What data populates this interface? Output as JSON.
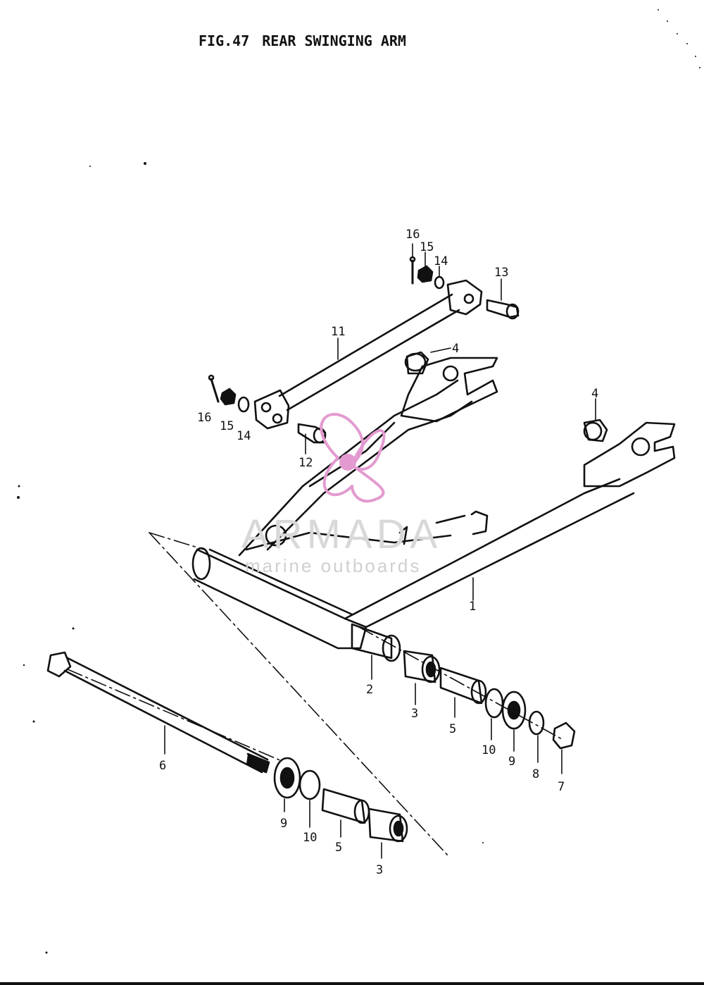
{
  "figure": {
    "number": "FIG.47",
    "title": "REAR SWINGING ARM"
  },
  "watermark": {
    "brand": "ARMADA",
    "tagline": "marine outboards",
    "logo_color": "#e39ad0"
  },
  "ink_color": "#111111",
  "callouts": [
    {
      "id": "c16a",
      "label": "16"
    },
    {
      "id": "c15a",
      "label": "15"
    },
    {
      "id": "c14a",
      "label": "14"
    },
    {
      "id": "c13",
      "label": "13"
    },
    {
      "id": "c11",
      "label": "11"
    },
    {
      "id": "c4a",
      "label": "4"
    },
    {
      "id": "c4b",
      "label": "4"
    },
    {
      "id": "c16b",
      "label": "16"
    },
    {
      "id": "c15b",
      "label": "15"
    },
    {
      "id": "c14b",
      "label": "14"
    },
    {
      "id": "c12",
      "label": "12"
    },
    {
      "id": "c1",
      "label": "1"
    },
    {
      "id": "c2",
      "label": "2"
    },
    {
      "id": "c3a",
      "label": "3"
    },
    {
      "id": "c5a",
      "label": "5"
    },
    {
      "id": "c10a",
      "label": "10"
    },
    {
      "id": "c9a",
      "label": "9"
    },
    {
      "id": "c8",
      "label": "8"
    },
    {
      "id": "c7",
      "label": "7"
    },
    {
      "id": "c6",
      "label": "6"
    },
    {
      "id": "c9b",
      "label": "9"
    },
    {
      "id": "c10b",
      "label": "10"
    },
    {
      "id": "c5b",
      "label": "5"
    },
    {
      "id": "c3b",
      "label": "3"
    }
  ]
}
